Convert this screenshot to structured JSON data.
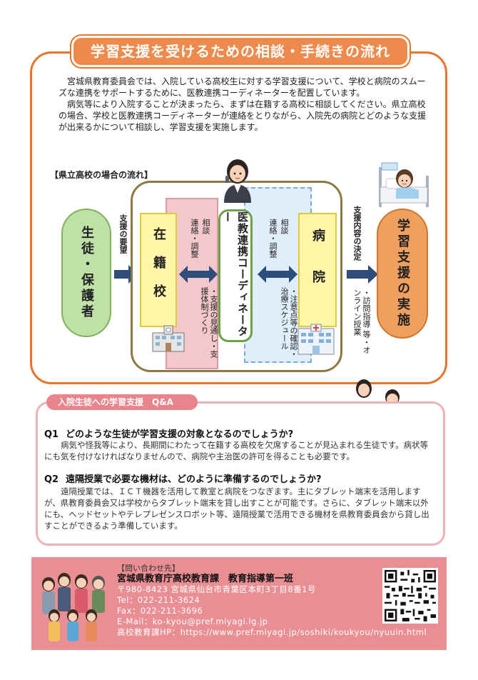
{
  "title": "学習支援を受けるための相談・手続きの流れ",
  "intro": {
    "p1": "宮城県教育委員会では、入院している高校生に対する学習支援について、学校と病院のスムーズな連携をサポートするために、医教連携コーディネーターを配置しています。",
    "p2": "病気等により入院することが決まったら、まずは在籍する高校に相談してください。県立高校の場合、学校と医教連携コーディネーターが連絡をとりながら、入院先の病院とどのような支援が出来るかについて相談し、学習支援を実施します。"
  },
  "flow": {
    "heading": "【県立高校の場合の流れ】",
    "student": "生徒・保護者",
    "request_label": "支援の要望",
    "school": "在籍校",
    "school_consult": "相談",
    "school_contact": "連絡・調整",
    "school_points": "・支援の見通し・支援体制づくり",
    "coordinator": "医教連携コーディネーター",
    "hospital_consult": "相談",
    "hospital_contact": "連絡・調整",
    "hospital_points": "・注意点等の確認・治療スケジュール",
    "hospital": "病院",
    "decision_label": "支援内容の決定",
    "methods": "・訪問指導 等・オンライン授業",
    "result": "学習支援の実施"
  },
  "qa": {
    "tab": "入院生徒への学習支援　Q&A",
    "q1_num": "Q1",
    "q1": "どのような生徒が学習支援の対象となるのでしょうか?",
    "a1": "病気や怪我等により、長期間にわたって在籍する高校を欠席することが見込まれる生徒です。病状等にも気を付けなければなりませんので、病院や主治医の許可を得ることも必要です。",
    "q2_num": "Q2",
    "q2": "遠隔授業で必要な機材は、どのように準備するのでしょうか?",
    "a2": "遠隔授業では、ＩＣＴ機器を活用して教室と病院をつなぎます。主にタブレット端末を活用しますが、県教育委員会又は学校からタブレット端末を貸し出すことが可能です。さらに、タブレット端末以外にも、ヘッドセットやテレプレゼンスロボット等、遠隔授業で活用できる機材を県教育委員会から貸し出すことができるよう準備しています。"
  },
  "contact": {
    "label": "【問い合わせ先】",
    "org": "宮城県教育庁高校教育課　教育指導第一班",
    "address": "〒980-8423 宮城県仙台市青葉区本町3丁目8番1号",
    "tel": "Tel：022-211-3624",
    "fax": "Fax：022-211-3696",
    "email": "E-Mail：ko-kyou@pref.miyagi.lg.jp",
    "hp": "高校教育課HP：https://www.pref.miyagi.jp/soshiki/koukyou/nyuuin.html"
  },
  "colors": {
    "orange": "#e8742a",
    "pink": "#e98e92",
    "navy": "#2f4d7a",
    "green": "#7fb25a"
  }
}
